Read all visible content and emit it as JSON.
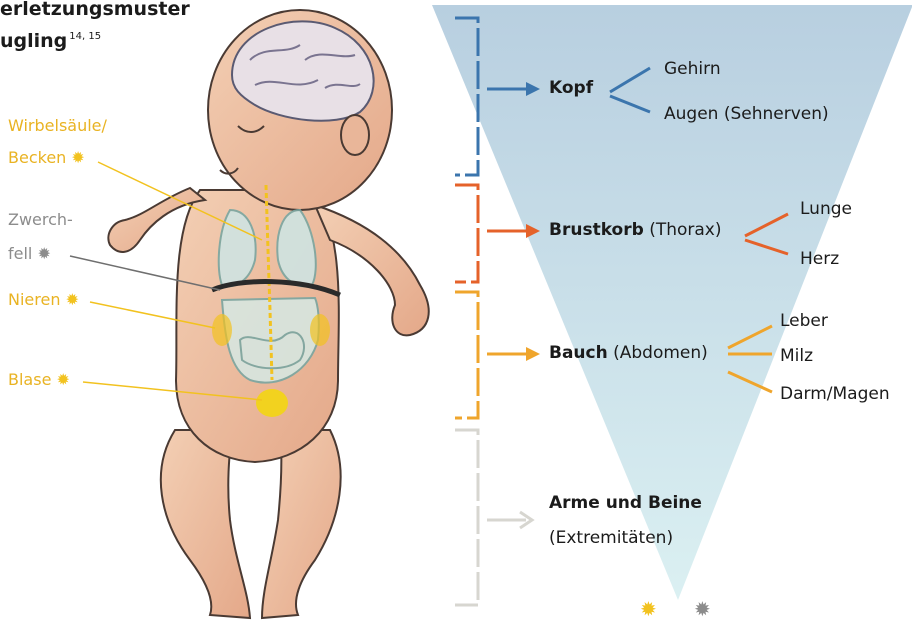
{
  "title": {
    "line1": "erletzungsmuster",
    "line2": "ugling",
    "ref": "14, 15"
  },
  "body_labels": [
    {
      "line1": "Wirbelsäule/",
      "line2": "Becken"
    },
    {
      "line1": "Zwerch-",
      "line2": "fell"
    },
    {
      "line1": "Nieren"
    },
    {
      "line1": "Blase"
    }
  ],
  "regions": {
    "head": {
      "name": "Kopf",
      "organs": [
        "Gehirn",
        "Augen (Sehnerven)"
      ]
    },
    "thorax": {
      "name": "Brustkorb",
      "detail": "(Thorax)",
      "organs": [
        "Lunge",
        "Herz"
      ]
    },
    "abdomen": {
      "name": "Bauch",
      "detail": "(Abdomen)",
      "organs": [
        "Leber",
        "Milz",
        "Darm/Magen"
      ]
    },
    "limbs": {
      "name": "Arme und Beine",
      "detail": "(Extremitäten)"
    }
  },
  "colors": {
    "head": "#3b75ad",
    "thorax": "#e5622a",
    "abdomen": "#efa52c",
    "limbs": "#d7d6d0",
    "yellow_marker": "#f2c21f",
    "gray_marker": "#8c8c8c",
    "triangle_top": "#b8cfe0",
    "triangle_bottom": "#d6edf1",
    "skin": "#efc3a5"
  },
  "legend": {
    "yellow_symbol": "sun-star-icon",
    "gray_symbol": "gray-star-icon"
  }
}
